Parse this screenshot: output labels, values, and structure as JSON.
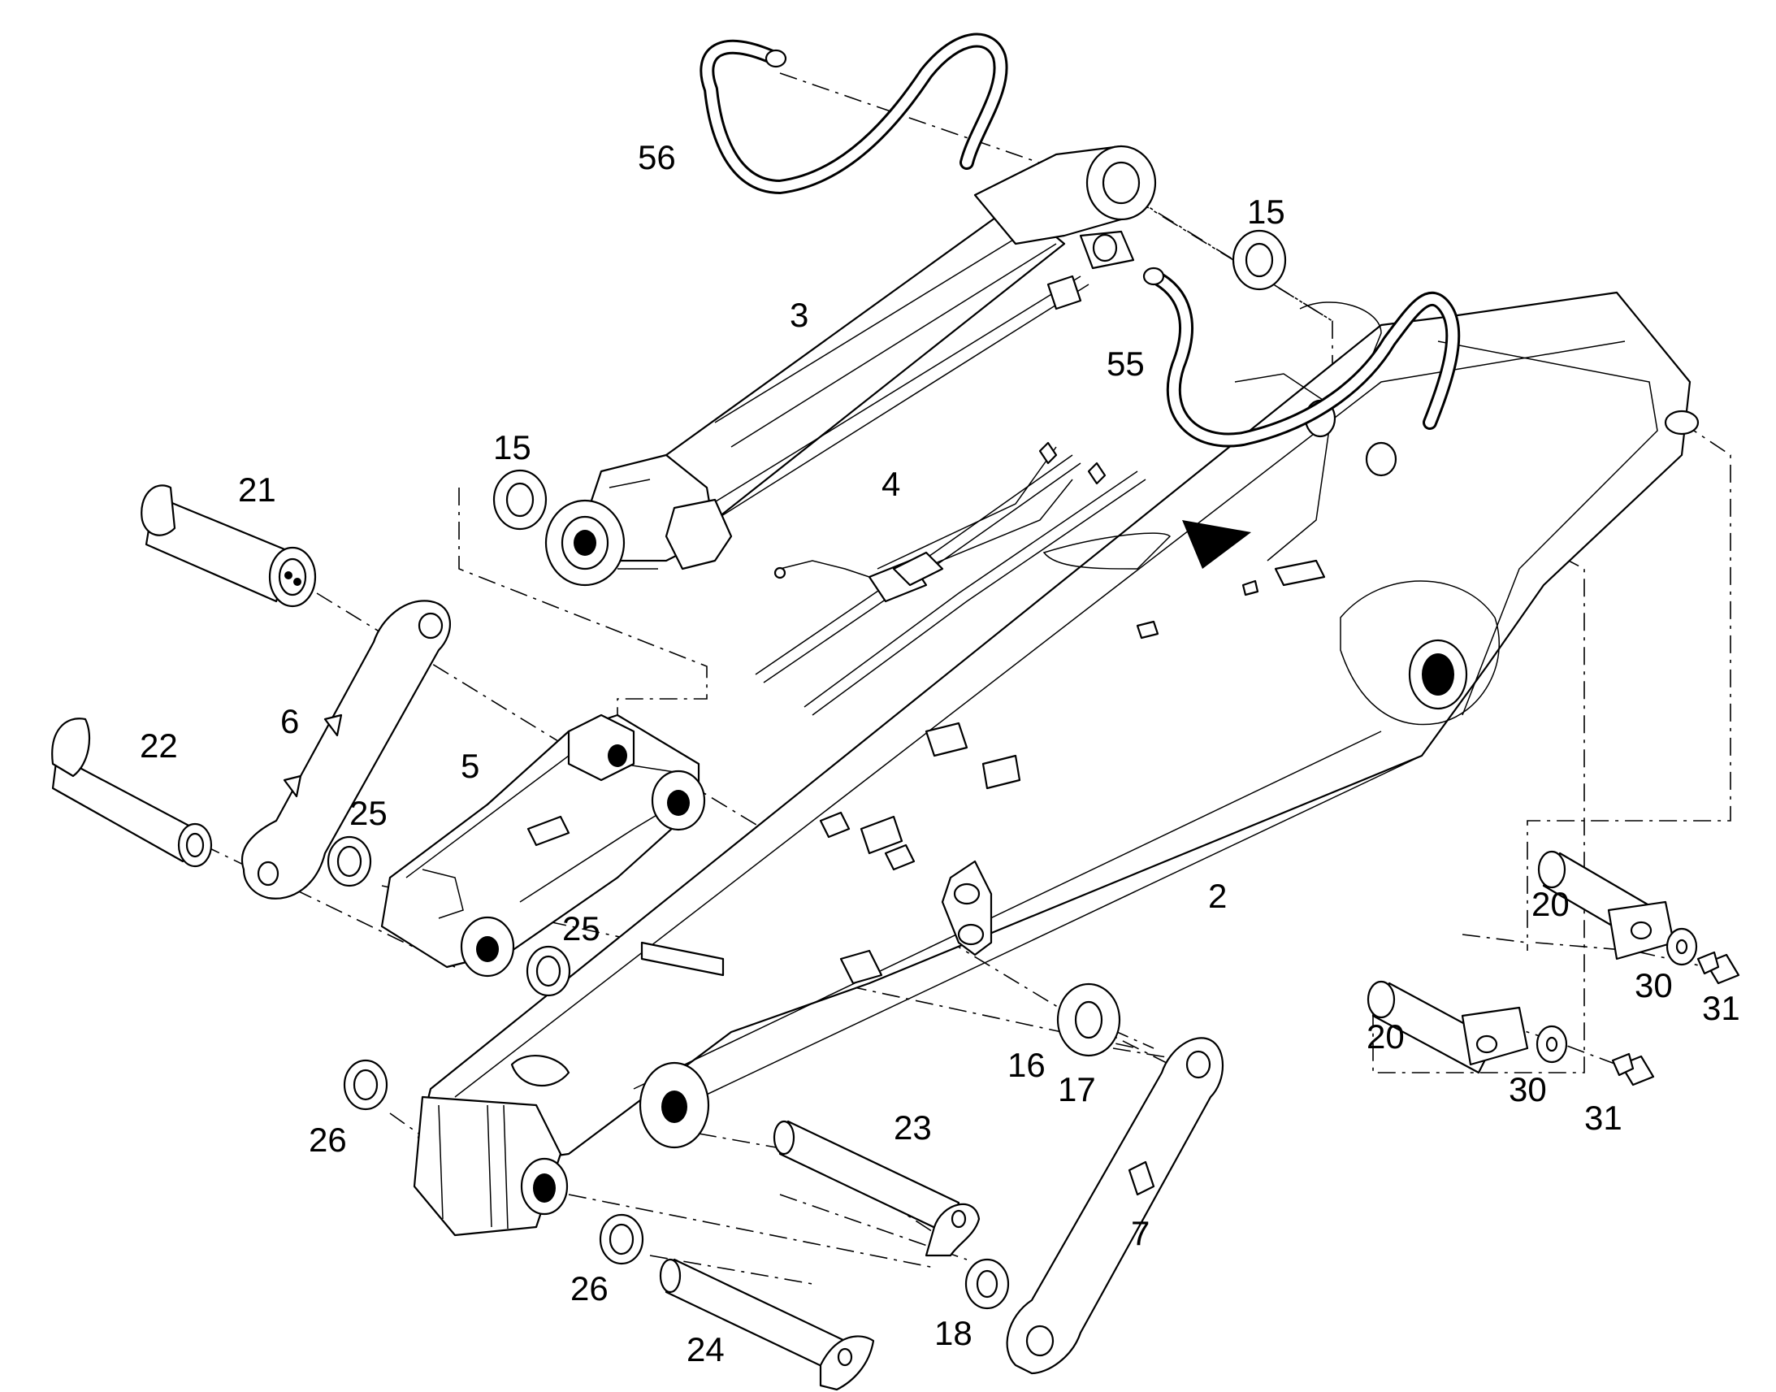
{
  "callouts": {
    "c56": "56",
    "c15a": "15",
    "c3": "3",
    "c55": "55",
    "c15b": "15",
    "c4": "4",
    "c21": "21",
    "c6": "6",
    "c22": "22",
    "c5": "5",
    "c25a": "25",
    "c25b": "25",
    "c2": "2",
    "c20a": "20",
    "c30a": "30",
    "c31a": "31",
    "c20b": "20",
    "c30b": "30",
    "c31b": "31",
    "c16": "16",
    "c17": "17",
    "c26a": "26",
    "c23": "23",
    "c7": "7",
    "c26b": "26",
    "c18": "18",
    "c24": "24"
  },
  "colors": {
    "line": "#000000",
    "background": "#ffffff"
  }
}
